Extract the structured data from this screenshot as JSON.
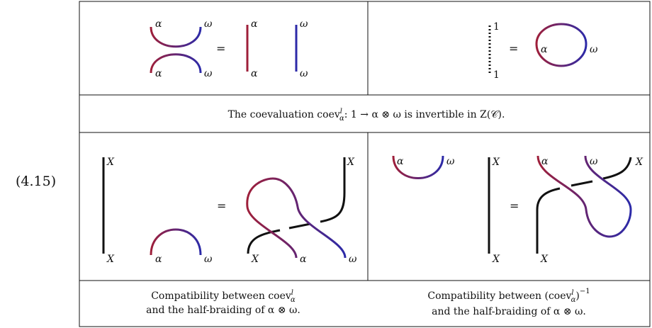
{
  "equation_number": "(4.15)",
  "labels": {
    "alpha": "α",
    "omega": "ω",
    "X": "X",
    "one": "1",
    "equals": "="
  },
  "rows": {
    "row1_caption": {
      "pre": "The coevaluation coev",
      "sup": "l",
      "sub": "α",
      "post": ": 1 → α ⊗ ω is invertible in Z(𝒞)."
    },
    "row2_left_caption": {
      "line1_pre": "Compatibility between coev",
      "sup": "l",
      "sub": "α",
      "line2": "and the half-braiding of α ⊗ ω."
    },
    "row2_right_caption": {
      "line1_pre": "Compatibility between (coev",
      "sup": "l",
      "sub": "α",
      "line1_post": ")",
      "exp": "−1",
      "line2": "and the half-braiding of α ⊗ ω."
    }
  },
  "colors": {
    "alpha_strand": "#9e1f3a",
    "omega_strand": "#2c2aa8",
    "X_strand": "#111111",
    "border": "#111111"
  }
}
